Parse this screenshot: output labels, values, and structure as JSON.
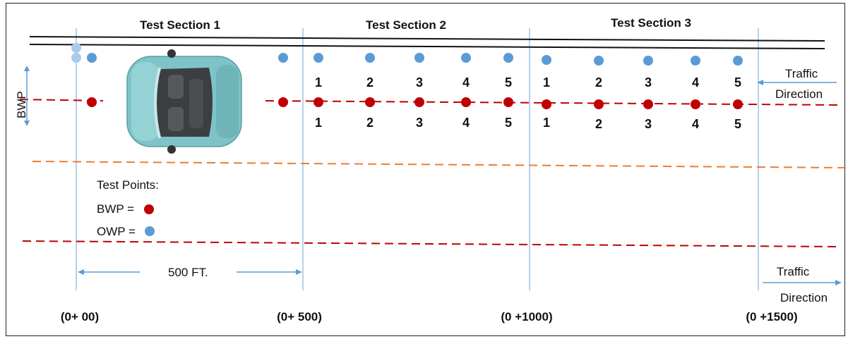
{
  "sections": [
    {
      "label": "Test Section 1",
      "points": []
    },
    {
      "label": "Test Section 2",
      "points": [
        "1",
        "2",
        "3",
        "4",
        "5"
      ]
    },
    {
      "label": "Test Section 3",
      "points": [
        "1",
        "2",
        "3",
        "4",
        "5"
      ]
    }
  ],
  "stations": [
    "(0+ 00)",
    "(0+ 500)",
    "(0 +1000)",
    "(0 +1500)"
  ],
  "bwp_axis_label": "BWP",
  "traffic_top": {
    "line1": "Traffic",
    "line2": "Direction"
  },
  "traffic_bottom": {
    "line1": "Traffic",
    "line2": "Direction"
  },
  "legend": {
    "title": "Test Points:",
    "bwp_label": "BWP =",
    "owp_label": "OWP ="
  },
  "distance_label": "500 FT.",
  "colors": {
    "bwp": "#c00000",
    "owp": "#5b9bd5",
    "owp_light": "#a9cbe8",
    "lane_red": "#c00000",
    "lane_orange": "#ed7d31",
    "guide": "#9dc3e6",
    "arrow": "#5b9bd5"
  },
  "vehicle_icon": "car-icon"
}
